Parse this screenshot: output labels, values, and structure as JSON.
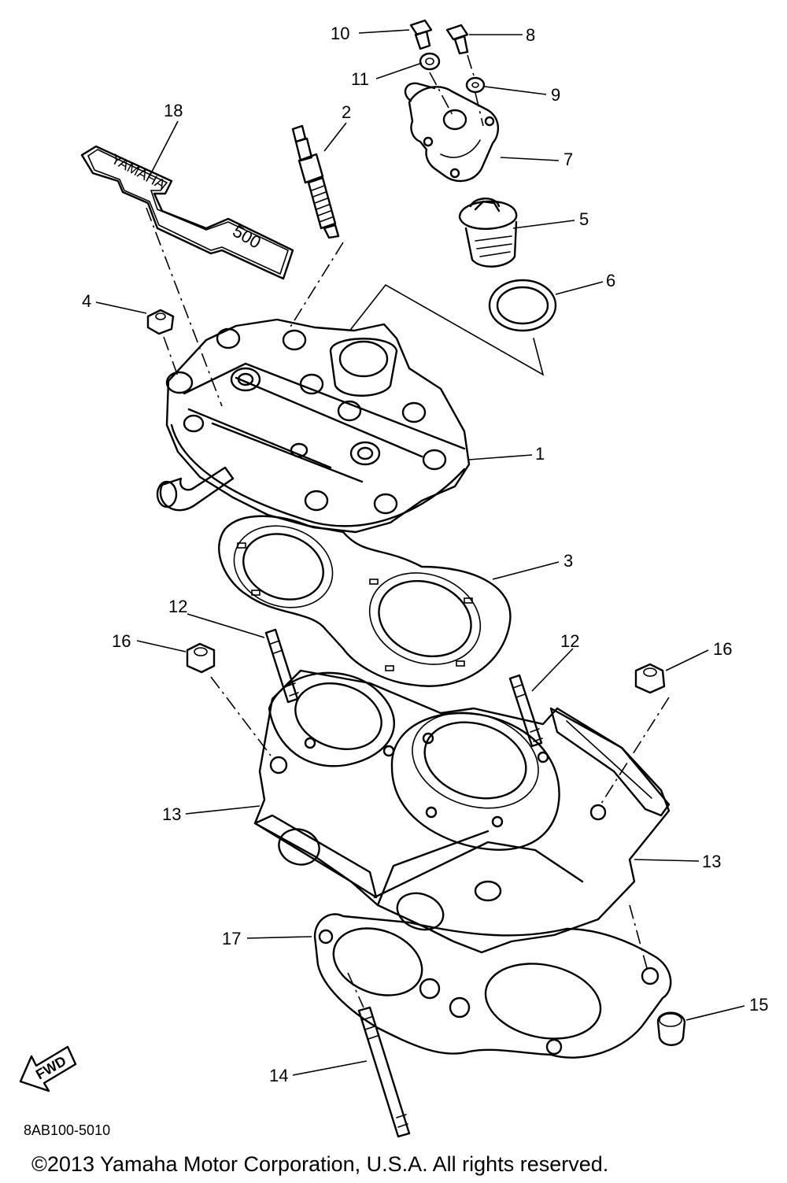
{
  "diagram": {
    "callouts": [
      "1",
      "2",
      "3",
      "4",
      "5",
      "6",
      "7",
      "8",
      "9",
      "10",
      "11",
      "12",
      "12",
      "13",
      "13",
      "14",
      "15",
      "16",
      "16",
      "17",
      "18"
    ],
    "fwd_label": "FWD",
    "emblem_brand": "YAMAHA",
    "emblem_model": "500",
    "reference_code": "8AB100-5010",
    "copyright": "©2013 Yamaha Motor Corporation, U.S.A. All rights reserved."
  },
  "colors": {
    "ink": "#000000",
    "background": "#ffffff"
  }
}
